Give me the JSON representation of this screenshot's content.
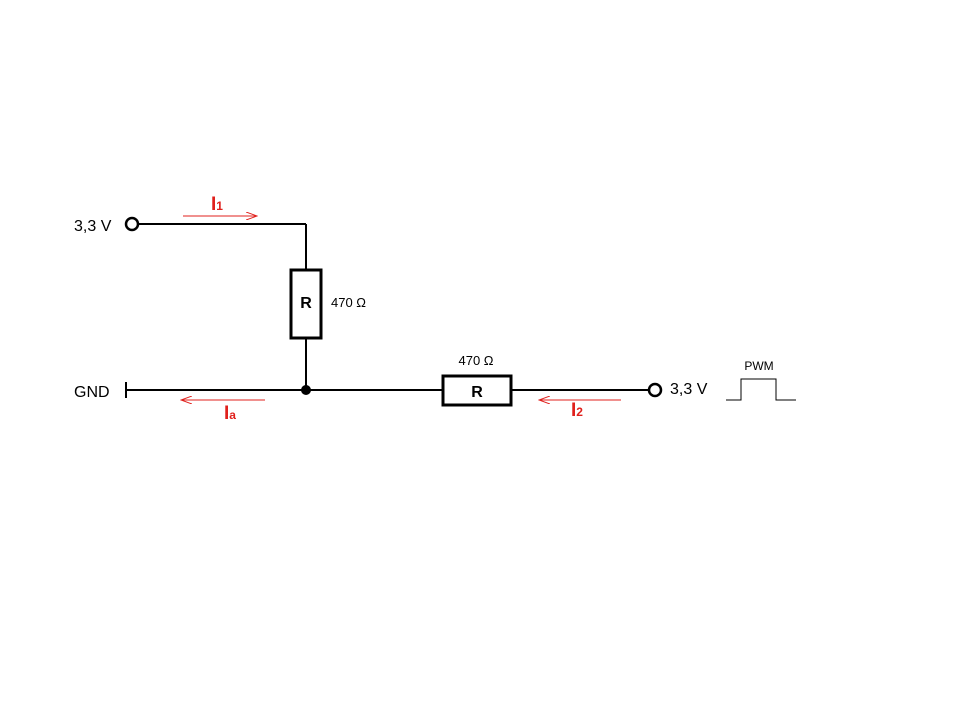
{
  "colors": {
    "wire": "#000000",
    "current": "#e0201c",
    "background": "#ffffff"
  },
  "circuit": {
    "supply_top": {
      "label": "3,3 V"
    },
    "supply_right": {
      "label": "3,3 V",
      "signal_label": "PWM"
    },
    "ground": {
      "label": "GND"
    },
    "resistor_vertical": {
      "letter": "R",
      "value": "470 Ω"
    },
    "resistor_horizontal": {
      "letter": "R",
      "value": "470 Ω"
    },
    "currents": [
      {
        "main": "I",
        "sub": "1"
      },
      {
        "main": "I",
        "sub": "a"
      },
      {
        "main": "I",
        "sub": "2"
      }
    ]
  }
}
